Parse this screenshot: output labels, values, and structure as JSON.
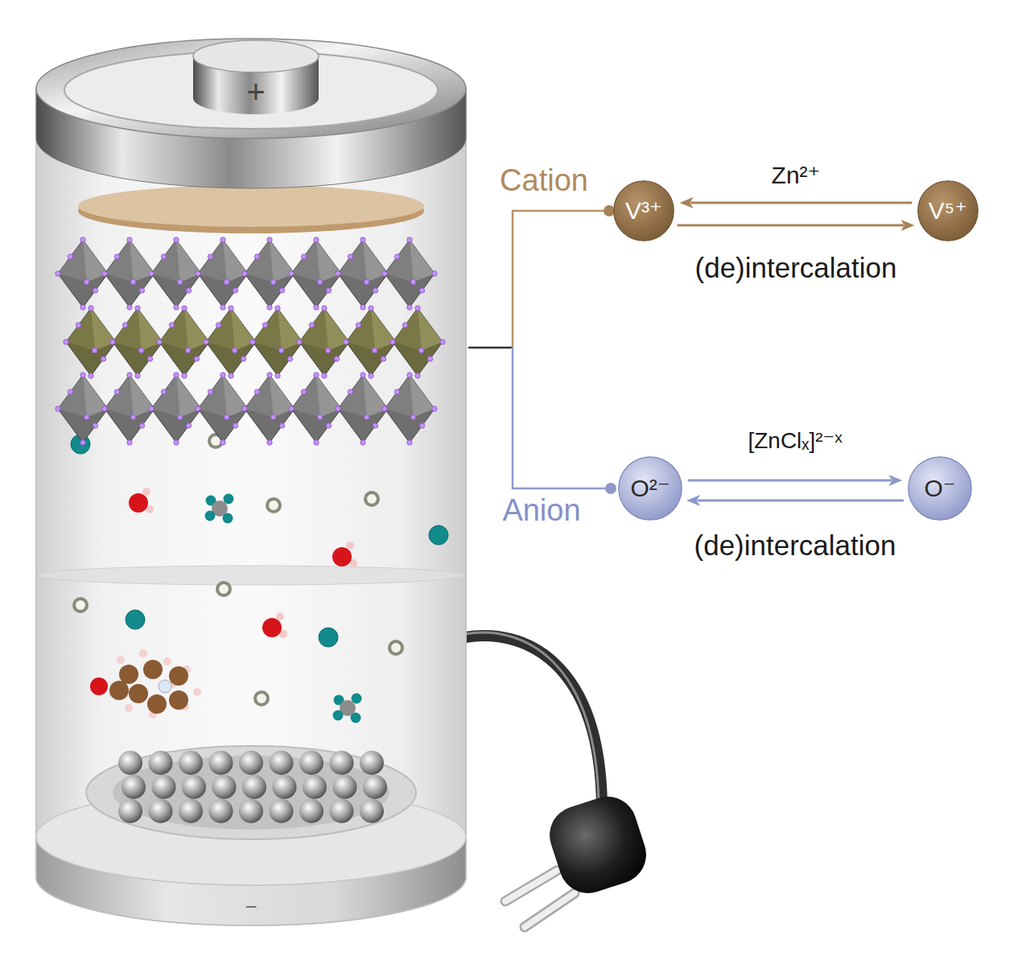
{
  "diagram": {
    "nodes": [
      {
        "text": [
          "V³⁺"
        ]
      },
      {
        "text": [
          "V⁵⁺"
        ]
      },
      {
        "text": [
          "O²⁻"
        ]
      },
      {
        "text": [
          "O⁻"
        ]
      }
    ],
    "edges": [
      {
        "from": 1,
        "to": 0,
        "arrow": "to",
        "label": "Zn²⁺"
      },
      {
        "from": 0,
        "to": 1,
        "arrow": "to",
        "label": "(de)intercalation"
      },
      {
        "from": 2,
        "to": 3,
        "arrow": "to",
        "label": "[ZnClₓ]²⁻ˣ"
      },
      {
        "from": 3,
        "to": 2,
        "arrow": "to",
        "label": "(de)intercalation"
      }
    ],
    "labels": [
      "+",
      "Cation",
      "Anion",
      "−"
    ]
  }
}
